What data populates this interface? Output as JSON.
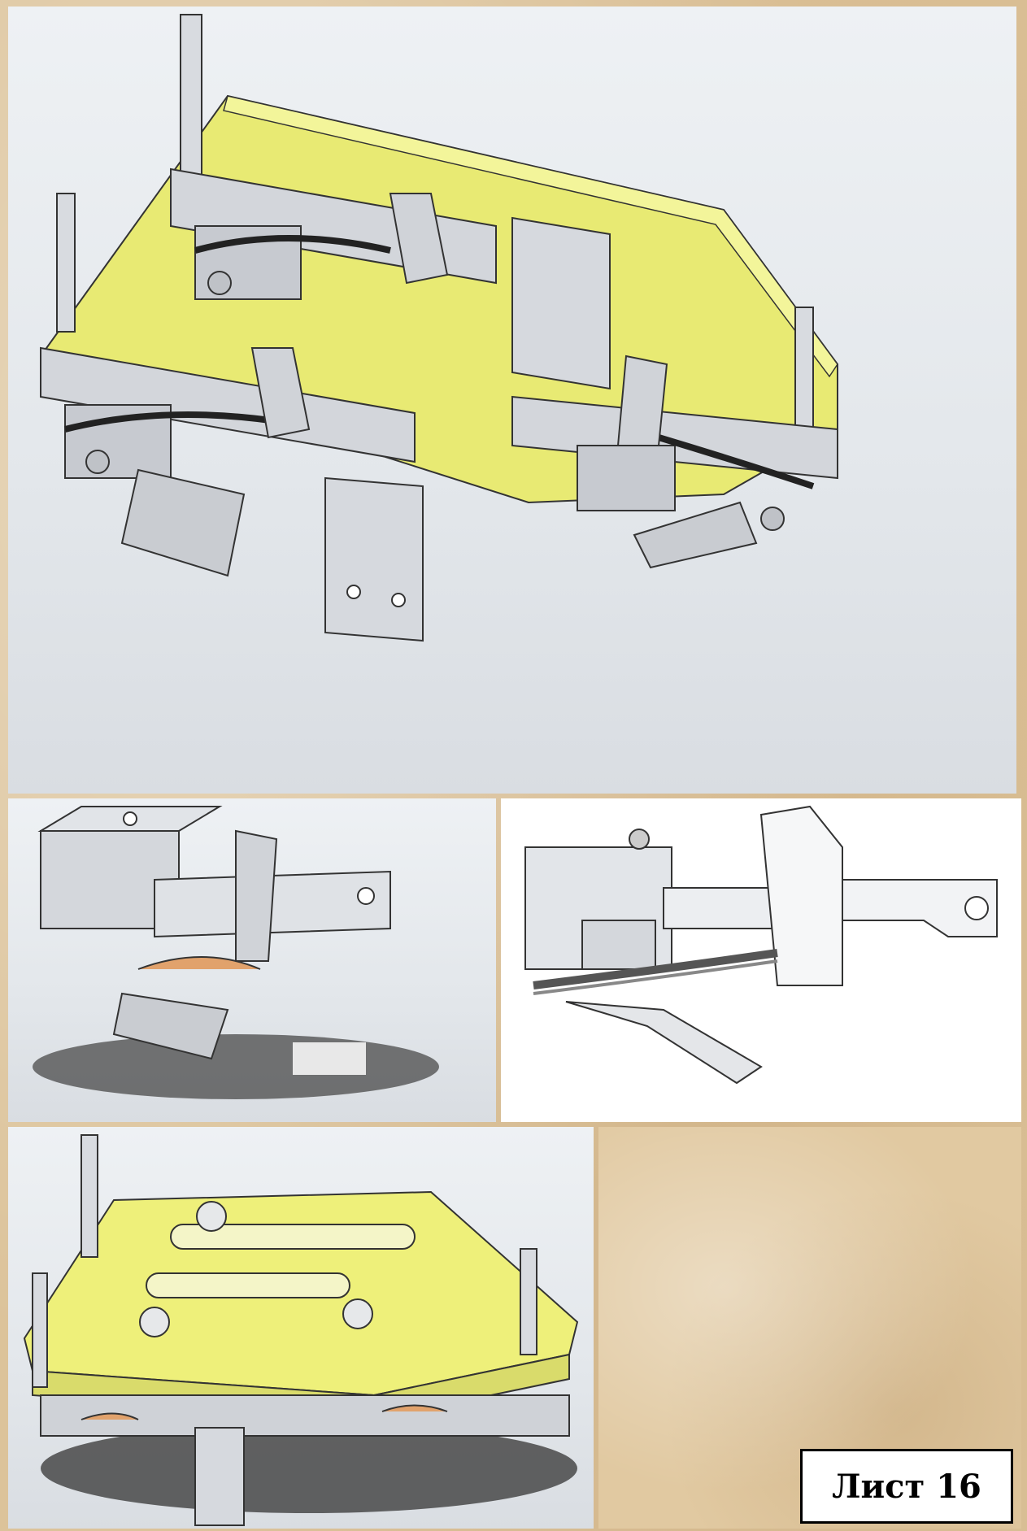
{
  "sheet": {
    "label": "Лист 16"
  },
  "colors": {
    "insulator_yellow": "#eef07a",
    "steel_gray": "#d3d6db",
    "copper": "#e1a26c",
    "background_beige": "#dcc39a"
  },
  "views": [
    {
      "id": "top",
      "icon": "assembly-view-icon"
    },
    {
      "id": "mid-left",
      "icon": "contact-unit-view-icon"
    },
    {
      "id": "mid-right",
      "icon": "contact-unit-side-view-icon"
    },
    {
      "id": "bottom-left",
      "icon": "assembly-top-view-icon"
    }
  ]
}
